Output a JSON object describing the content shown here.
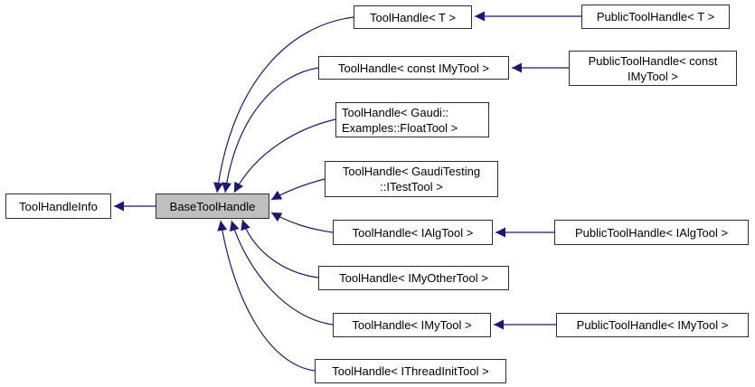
{
  "diagram": {
    "type": "class-inheritance-graph",
    "colors": {
      "arrow": "#191970",
      "node_border": "#2e2e2e",
      "node_fill": "#ffffff",
      "highlight_fill": "#bfbfbf",
      "background": "#ffffff"
    },
    "nodes": {
      "tool_handle_info": {
        "label": "ToolHandleInfo"
      },
      "base_tool_handle": {
        "label": "BaseToolHandle",
        "highlighted": true
      },
      "th_t": {
        "label": "ToolHandle< T >"
      },
      "th_const_imytool": {
        "label": "ToolHandle< const IMyTool >"
      },
      "th_float": {
        "line1": "ToolHandle< Gaudi::",
        "line2": "Examples::FloatTool >"
      },
      "th_itest": {
        "line1": "ToolHandle< GaudiTesting",
        "line2": "::ITestTool >"
      },
      "th_ialgtool": {
        "label": "ToolHandle< IAlgTool >"
      },
      "th_imyothertool": {
        "label": "ToolHandle< IMyOtherTool >"
      },
      "th_imytool": {
        "label": "ToolHandle< IMyTool >"
      },
      "th_ithreadinittool": {
        "label": "ToolHandle< IThreadInitTool >"
      },
      "pub_t": {
        "label": "PublicToolHandle< T >"
      },
      "pub_const_imytool": {
        "line1": "PublicToolHandle< const",
        "line2": "IMyTool >"
      },
      "pub_ialgtool": {
        "label": "PublicToolHandle< IAlgTool >"
      },
      "pub_imytool": {
        "label": "PublicToolHandle< IMyTool >"
      }
    },
    "edges": [
      {
        "from": "base_tool_handle",
        "to": "tool_handle_info"
      },
      {
        "from": "th_t",
        "to": "base_tool_handle"
      },
      {
        "from": "th_const_imytool",
        "to": "base_tool_handle"
      },
      {
        "from": "th_float",
        "to": "base_tool_handle"
      },
      {
        "from": "th_itest",
        "to": "base_tool_handle"
      },
      {
        "from": "th_ialgtool",
        "to": "base_tool_handle"
      },
      {
        "from": "th_imyothertool",
        "to": "base_tool_handle"
      },
      {
        "from": "th_imytool",
        "to": "base_tool_handle"
      },
      {
        "from": "th_ithreadinittool",
        "to": "base_tool_handle"
      },
      {
        "from": "pub_t",
        "to": "th_t"
      },
      {
        "from": "pub_const_imytool",
        "to": "th_const_imytool"
      },
      {
        "from": "pub_ialgtool",
        "to": "th_ialgtool"
      },
      {
        "from": "pub_imytool",
        "to": "th_imytool"
      }
    ]
  }
}
